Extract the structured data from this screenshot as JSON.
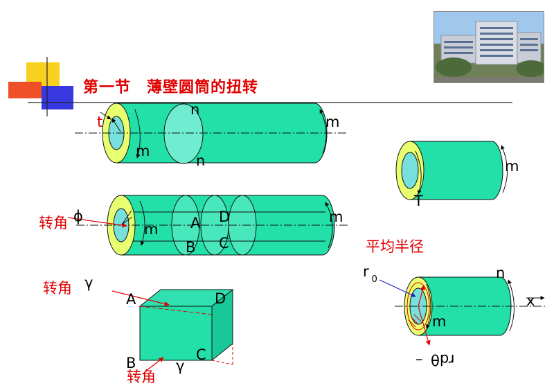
{
  "title": "第一节　薄壁圆筒的扭转",
  "photo_name": "campus-building-photo",
  "fig1": {
    "t": "t",
    "n_top": "n",
    "n_bottom": "n",
    "m_left": "m",
    "m_right": "m"
  },
  "fig2": {
    "zhuanjiao": "转角",
    "phi": "ϕ",
    "m_left": "m",
    "m_right": "m",
    "A": "A",
    "B": "B",
    "C": "C",
    "D": "D"
  },
  "fig3": {
    "m": "m",
    "T": "T"
  },
  "fig4": {
    "zhuanjiao_top": "转角",
    "gamma_top": "γ",
    "A": "A",
    "B": "B",
    "C": "C",
    "D": "D",
    "gamma_bottom": "γ",
    "zhuanjiao_bottom": "转角"
  },
  "fig5": {
    "heading": "平均半径",
    "r": "r",
    "r_sub": "0",
    "n": "n",
    "x": "x",
    "m": "m",
    "rdtheta": "rdθ"
  },
  "colors": {
    "cylinder": "#22e0a8",
    "ring": "#e8ff70",
    "bore": "#78e0dc",
    "red": "#e00000"
  }
}
